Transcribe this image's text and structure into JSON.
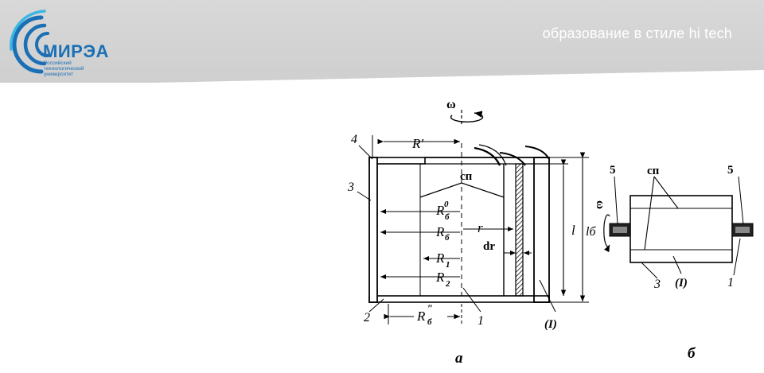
{
  "header": {
    "tagline": "образование в стиле hi tech"
  },
  "logo": {
    "word": "МИРЭА",
    "lines": [
      "Российский",
      "технологический",
      "университет"
    ]
  },
  "diagram_a": {
    "omega": "ω",
    "r_prime": "R′",
    "cp": "сп",
    "r_b0_main": "R",
    "r_b0_sub": "б",
    "r_b0_sup": "0",
    "r_b_main": "R",
    "r_b_sub": "б",
    "r_small": "r",
    "r1_main": "R",
    "r1_sub": "1",
    "r2_main": "R",
    "r2_sub": "2",
    "dr": "dr",
    "l": "l",
    "l_b": "lб",
    "r_b2_main": "R",
    "r_b2_sub": "б",
    "r_b2_sup": "″",
    "n4": "4",
    "n3": "3",
    "n2": "2",
    "n1": "1",
    "phase": "(I)",
    "caption": "а"
  },
  "diagram_b": {
    "omega": "ω",
    "cp": "сп",
    "n5_left": "5",
    "n5_right": "5",
    "n3": "3",
    "phase": "(I)",
    "n1": "1",
    "caption": "б"
  }
}
